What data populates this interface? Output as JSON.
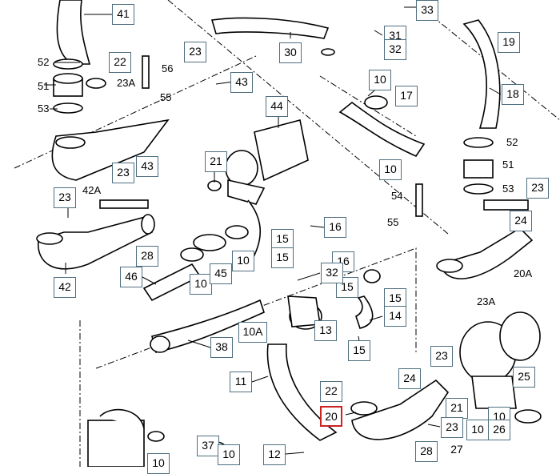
{
  "callouts": [
    {
      "id": "c41",
      "text": "41"
    },
    {
      "id": "c22a",
      "text": "22"
    },
    {
      "id": "c23a",
      "text": "23"
    },
    {
      "id": "c43a",
      "text": "43"
    },
    {
      "id": "c44",
      "text": "44"
    },
    {
      "id": "c30",
      "text": "30"
    },
    {
      "id": "c33",
      "text": "33"
    },
    {
      "id": "c31",
      "text": "31"
    },
    {
      "id": "c32",
      "text": "32"
    },
    {
      "id": "c19",
      "text": "19"
    },
    {
      "id": "c18",
      "text": "18"
    },
    {
      "id": "c10a",
      "text": "10"
    },
    {
      "id": "c17",
      "text": "17"
    },
    {
      "id": "c10b",
      "text": "10"
    },
    {
      "id": "c21a",
      "text": "21"
    },
    {
      "id": "c23b",
      "text": "23"
    },
    {
      "id": "c43b",
      "text": "43"
    },
    {
      "id": "c23c",
      "text": "23"
    },
    {
      "id": "c42",
      "text": "42"
    },
    {
      "id": "c28a",
      "text": "28"
    },
    {
      "id": "c46",
      "text": "46"
    },
    {
      "id": "c10c",
      "text": "10"
    },
    {
      "id": "c45",
      "text": "45"
    },
    {
      "id": "c10d",
      "text": "10"
    },
    {
      "id": "c15a",
      "text": "15"
    },
    {
      "id": "c15b",
      "text": "15"
    },
    {
      "id": "c16a",
      "text": "16"
    },
    {
      "id": "c16b",
      "text": "16"
    },
    {
      "id": "c15c",
      "text": "15"
    },
    {
      "id": "c15d",
      "text": "15"
    },
    {
      "id": "c32b",
      "text": "32"
    },
    {
      "id": "c14",
      "text": "14"
    },
    {
      "id": "c13",
      "text": "13"
    },
    {
      "id": "c10A",
      "text": "10A"
    },
    {
      "id": "c38",
      "text": "38"
    },
    {
      "id": "c11",
      "text": "11"
    },
    {
      "id": "c15e",
      "text": "15"
    },
    {
      "id": "c23d",
      "text": "23"
    },
    {
      "id": "c24a",
      "text": "24"
    },
    {
      "id": "c23e",
      "text": "23"
    },
    {
      "id": "c24b",
      "text": "24"
    },
    {
      "id": "c22b",
      "text": "22"
    },
    {
      "id": "c20",
      "text": "20"
    },
    {
      "id": "c21b",
      "text": "21"
    },
    {
      "id": "c23f",
      "text": "23"
    },
    {
      "id": "c25",
      "text": "25"
    },
    {
      "id": "c10e",
      "text": "10"
    },
    {
      "id": "c26",
      "text": "26"
    },
    {
      "id": "c10f",
      "text": "10"
    },
    {
      "id": "c28b",
      "text": "28"
    },
    {
      "id": "c37",
      "text": "37"
    },
    {
      "id": "c10g",
      "text": "10"
    },
    {
      "id": "c12",
      "text": "12"
    },
    {
      "id": "c10h",
      "text": "10"
    },
    {
      "id": "c27",
      "text": "27"
    }
  ],
  "plain_labels": [
    {
      "id": "p52a",
      "text": "52"
    },
    {
      "id": "p51a",
      "text": "51"
    },
    {
      "id": "p53a",
      "text": "53"
    },
    {
      "id": "p56",
      "text": "56"
    },
    {
      "id": "p23A_top",
      "text": "23A"
    },
    {
      "id": "p55a",
      "text": "55"
    },
    {
      "id": "p42A",
      "text": "42A"
    },
    {
      "id": "p52b",
      "text": "52"
    },
    {
      "id": "p51b",
      "text": "51"
    },
    {
      "id": "p53b",
      "text": "53"
    },
    {
      "id": "p54",
      "text": "54"
    },
    {
      "id": "p55b",
      "text": "55"
    },
    {
      "id": "p20A",
      "text": "20A"
    },
    {
      "id": "p23A_right",
      "text": "23A"
    }
  ],
  "highlight_color": "#cc2222",
  "callout_border_color": "#4f6f80"
}
